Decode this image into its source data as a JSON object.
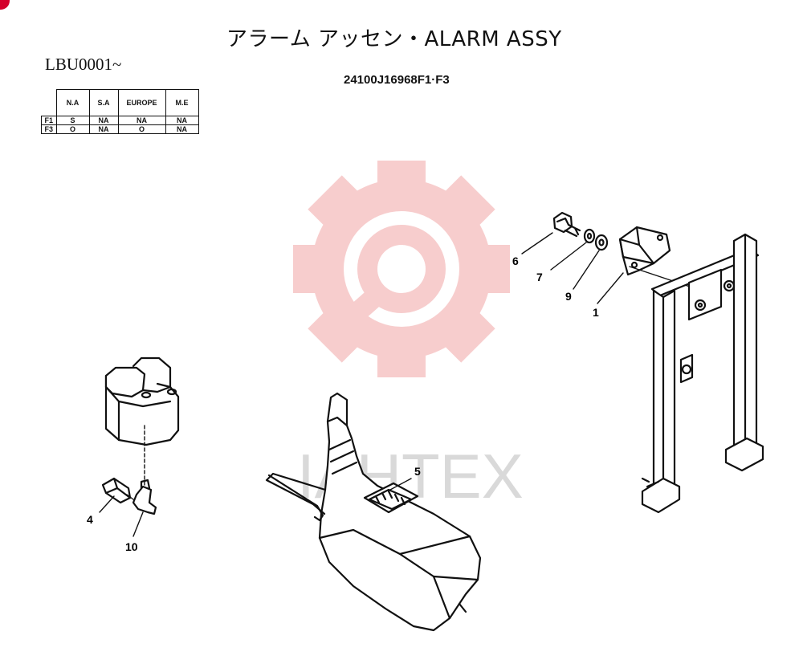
{
  "header": {
    "title": "アラーム アッセン・ALARM ASSY",
    "serial_range": "LBU0001~",
    "part_number": "24100J16968F1·F3"
  },
  "applicability_table": {
    "columns": [
      "N.A",
      "S.A",
      "EUROPE",
      "M.E"
    ],
    "rows": [
      {
        "label": "F1",
        "values": [
          "S",
          "NA",
          "NA",
          "NA"
        ]
      },
      {
        "label": "F3",
        "values": [
          "O",
          "NA",
          "O",
          "NA"
        ]
      }
    ]
  },
  "callouts": [
    "6",
    "7",
    "9",
    "1",
    "5",
    "4",
    "10"
  ],
  "watermark": {
    "text": "IAHTEX",
    "color": "#f2a6a6"
  },
  "badge_color": "#d4002a"
}
